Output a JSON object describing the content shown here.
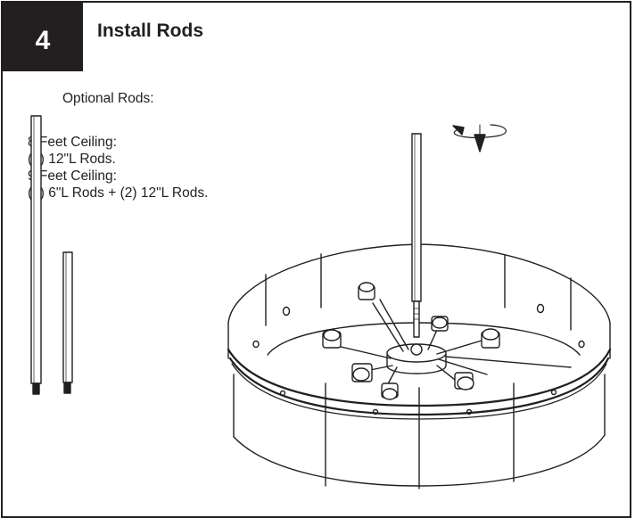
{
  "step": {
    "number": "4",
    "title": "Install Rods"
  },
  "rods_note": {
    "heading": "Optional Rods:",
    "lines": [
      "8 Feet Ceiling:",
      "(2) 12\"L Rods.",
      "9 Feet Ceiling:",
      "(2) 6\"L Rods + (2) 12\"L Rods."
    ]
  },
  "icons": {
    "rotate": "rotate-arrow-icon",
    "long_rod": "rod-12in-icon",
    "short_rod": "rod-6in-icon",
    "fixture": "chandelier-drum-fixture"
  },
  "colors": {
    "ink": "#231f20",
    "paper": "#ffffff"
  }
}
